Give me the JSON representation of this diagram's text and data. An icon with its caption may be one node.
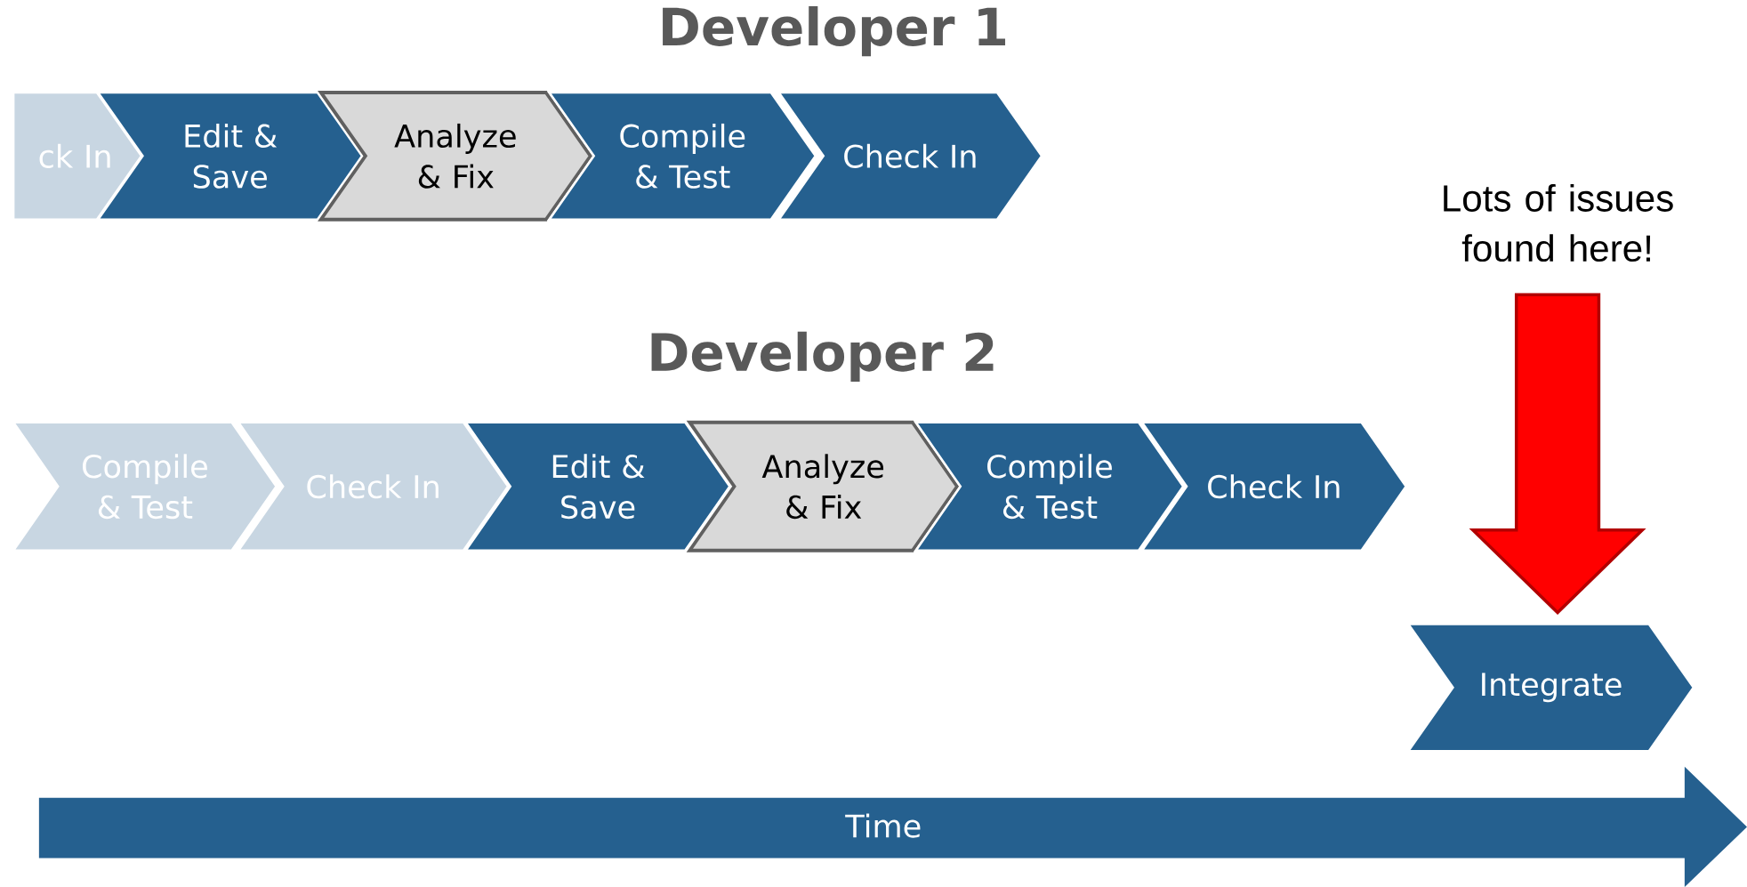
{
  "diagram": {
    "nodes": [
      {
        "text": [
          "ck In"
        ]
      },
      {
        "text": [
          "Edit & Save"
        ]
      },
      {
        "text": [
          "Analyze & Fix"
        ]
      },
      {
        "text": [
          "Compile & Test"
        ]
      },
      {
        "text": [
          "Check In"
        ]
      },
      {
        "text": [
          "Compile & Test"
        ]
      },
      {
        "text": [
          "Check In"
        ]
      },
      {
        "text": [
          "Edit & Save"
        ]
      },
      {
        "text": [
          "Analyze & Fix"
        ]
      },
      {
        "text": [
          "Compile & Test"
        ]
      },
      {
        "text": [
          "Check In"
        ]
      },
      {
        "text": [
          "Lots of issues found here!"
        ]
      },
      {
        "text": [
          "Integrate"
        ]
      },
      {
        "text": [
          "Time"
        ]
      }
    ],
    "edges": [
      {
        "from": 11,
        "to": 12,
        "arrow": "to",
        "style": "thick",
        "color": "#ff0000"
      }
    ],
    "labels": [
      "Developer 1",
      "Developer 2"
    ]
  }
}
